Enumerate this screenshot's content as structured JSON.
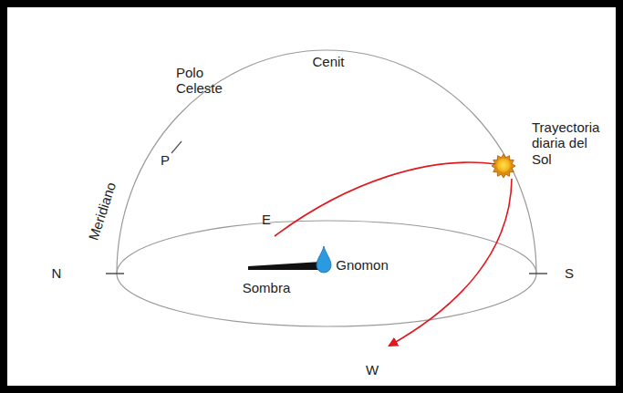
{
  "diagram": {
    "labels": [
      "Polo Celeste",
      "Cenit",
      "P",
      "Meridiano",
      "E",
      "Trayectoria diaria del Sol",
      "N",
      "Gnomon",
      "S",
      "Sombra",
      "W"
    ]
  }
}
